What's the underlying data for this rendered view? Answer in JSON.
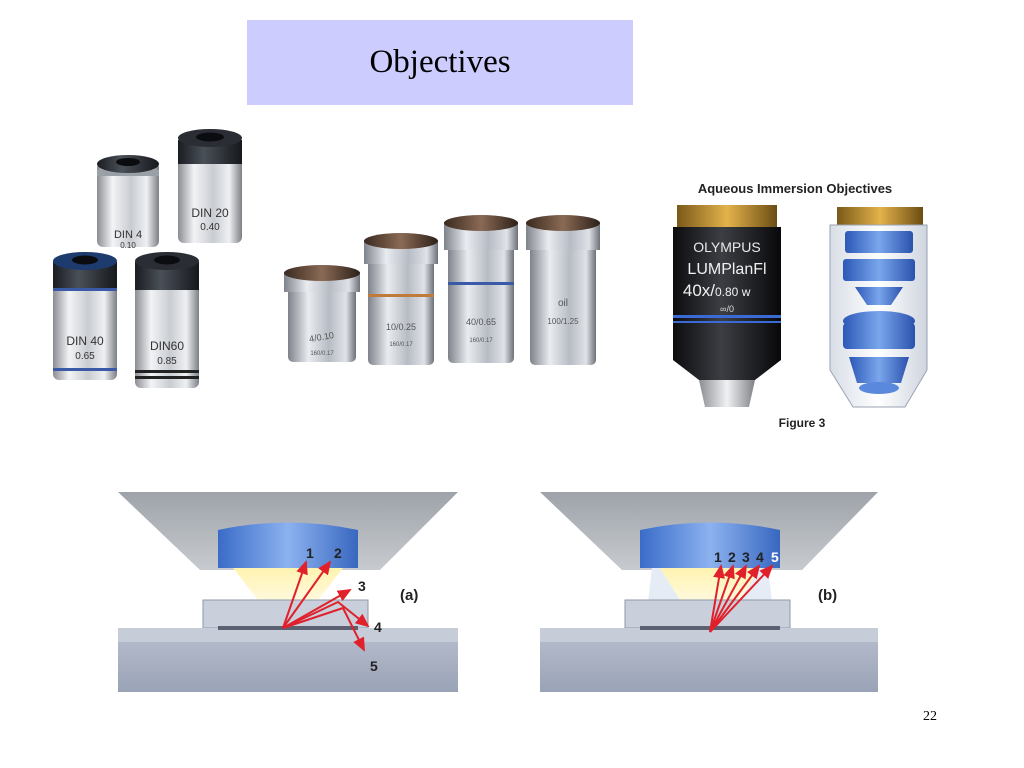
{
  "slide": {
    "title": "Objectives",
    "page_number": "22"
  },
  "din_objectives": [
    {
      "line1": "DIN 4",
      "line2": "0.10"
    },
    {
      "line1": "DIN 20",
      "line2": "0.40"
    },
    {
      "line1": "DIN 40",
      "line2": "0.65"
    },
    {
      "line1": "DIN60",
      "line2": "0.85"
    }
  ],
  "lineup_objectives": [
    {
      "line1": "4/0.10",
      "line2": "160/0.17"
    },
    {
      "line1": "10/0.25",
      "line2": "160/0.17"
    },
    {
      "line1": "40/0.65",
      "line2": "160/0.17"
    },
    {
      "line1": "oil",
      "line2": "100/1.25"
    }
  ],
  "aqueous": {
    "heading": "Aqueous Immersion Objectives",
    "brand": "OLYMPUS",
    "model": "LUMPlanFl",
    "mag": "40x/",
    "na": "0.80 w",
    "inf": "∞/0",
    "caption": "Figure 3"
  },
  "diagram_a": {
    "label": "(a)",
    "rays": [
      "1",
      "2",
      "3",
      "4",
      "5"
    ]
  },
  "diagram_b": {
    "label": "(b)",
    "rays": [
      "1",
      "2",
      "3",
      "4",
      "5"
    ]
  },
  "colors": {
    "title_bg": "#ccccff",
    "lens_blue": "#4a7fd6",
    "ray_red": "#e0202a"
  }
}
